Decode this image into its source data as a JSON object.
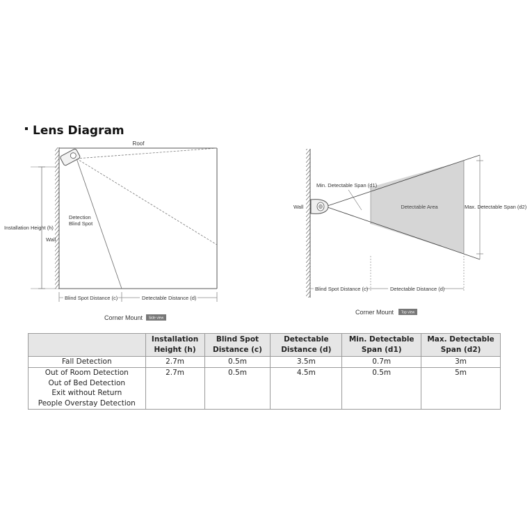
{
  "section_title": "Lens Diagram",
  "side_view": {
    "roof": "Roof",
    "installation_height": "Installation Height (h)",
    "wall": "Wall",
    "blind_spot_line1": "Detection",
    "blind_spot_line2": "Blind Spot",
    "blind_spot_distance": "Blind Spot Distance (c)",
    "detectable_distance": "Detectable Distance (d)",
    "caption": "Corner Mount",
    "badge": "Side view"
  },
  "top_view": {
    "wall": "Wall",
    "min_span": "Min. Detectable Span (d1)",
    "detectable_area": "Detectable Area",
    "max_span": "Max. Detectable Span (d2)",
    "blind_spot_distance": "Blind Spot Distance (c)",
    "detectable_distance": "Detectable Distance (d)",
    "caption": "Corner Mount",
    "badge": "Top view"
  },
  "table": {
    "headers": [
      "",
      "Installation Height (h)",
      "Blind Spot Distance (c)",
      "Detectable Distance (d)",
      "Min. Detectable Span (d1)",
      "Max. Detectable Span (d2)"
    ],
    "rows": [
      {
        "label_lines": [
          "Fall Detection"
        ],
        "values": [
          "2.7m",
          "0.5m",
          "3.5m",
          "0.7m",
          "3m"
        ]
      },
      {
        "label_lines": [
          "Out of Room Detection",
          "Out of Bed Detection",
          "Exit without Return",
          "People Overstay Detection"
        ],
        "values": [
          "2.7m",
          "0.5m",
          "4.5m",
          "0.5m",
          "5m"
        ]
      }
    ]
  }
}
